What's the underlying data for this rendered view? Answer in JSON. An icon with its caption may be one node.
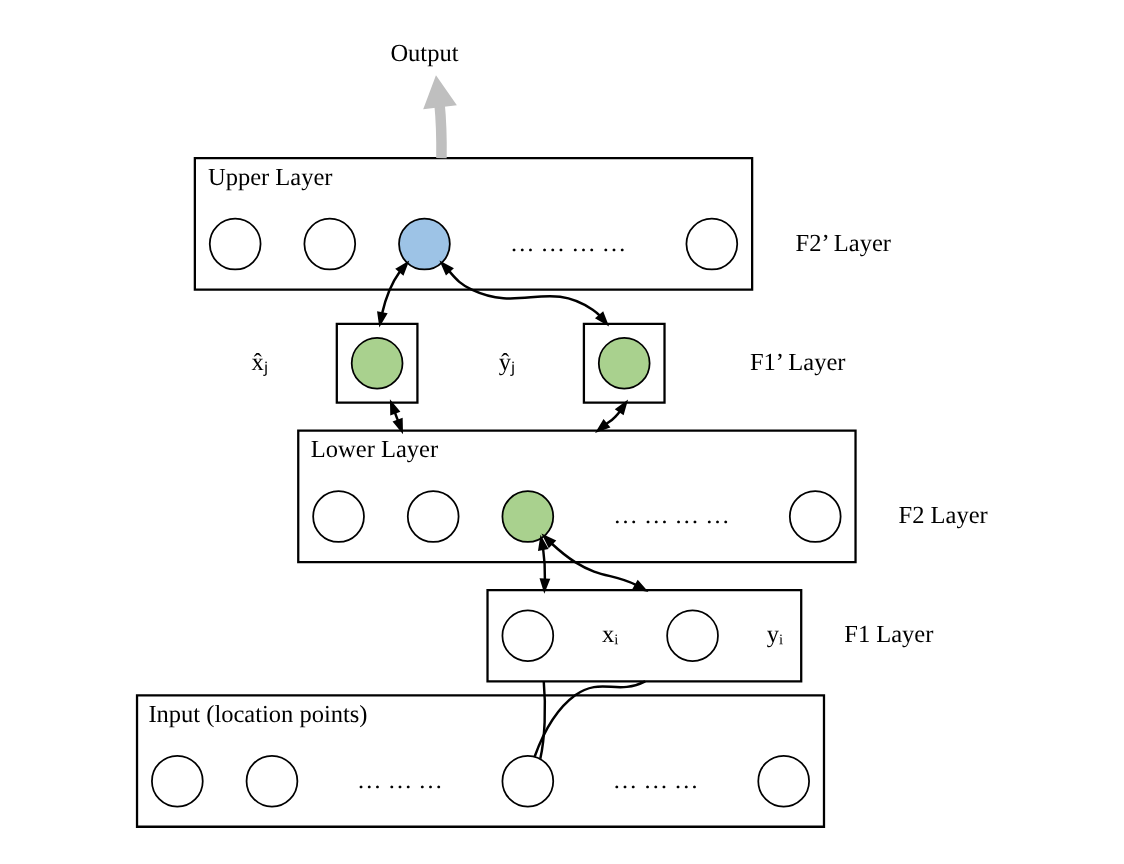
{
  "diagram": {
    "nodes": [
      {
        "text": [
          "Output"
        ]
      },
      {
        "text": [
          "Upper Layer"
        ],
        "beside": [
          "F2’ Layer"
        ]
      },
      {
        "text": [],
        "shape": "circle",
        "in": 1
      },
      {
        "text": [],
        "shape": "circle",
        "in": 1
      },
      {
        "text": [],
        "shape": "circle",
        "in": 1
      },
      {
        "text": [],
        "shape": "circle",
        "in": 1
      },
      {
        "text": [],
        "shape": "box",
        "beside": [
          "x̂ⱼ"
        ]
      },
      {
        "text": [],
        "shape": "circle",
        "in": 6
      },
      {
        "text": [],
        "shape": "box",
        "beside": [
          "ŷⱼ"
        ]
      },
      {
        "text": [],
        "shape": "circle",
        "in": 8
      },
      {
        "text": [
          "Lower Layer"
        ],
        "beside": [
          "F2 Layer"
        ]
      },
      {
        "text": [],
        "shape": "circle",
        "in": 10
      },
      {
        "text": [],
        "shape": "circle",
        "in": 10
      },
      {
        "text": [],
        "shape": "circle",
        "in": 10
      },
      {
        "text": [],
        "shape": "circle",
        "in": 10
      },
      {
        "text": [],
        "shape": "box",
        "beside": [
          "F1 Layer"
        ]
      },
      {
        "text": [],
        "shape": "circle",
        "in": 15,
        "beside": [
          "xᵢ"
        ]
      },
      {
        "text": [],
        "shape": "circle",
        "in": 15,
        "beside": [
          "yᵢ"
        ]
      },
      {
        "text": [
          "Input (location points)"
        ]
      },
      {
        "text": [],
        "shape": "circle",
        "in": 18
      },
      {
        "text": [],
        "shape": "circle",
        "in": 18
      },
      {
        "text": [],
        "shape": "circle",
        "in": 18
      },
      {
        "text": [],
        "shape": "circle",
        "in": 18
      }
    ],
    "edges": [
      {
        "from": 1,
        "to": 0,
        "arrow": "to",
        "style": "thick",
        "color": "#bfbfbf"
      },
      {
        "from": 6,
        "to": 4,
        "arrow": "both"
      },
      {
        "from": 8,
        "to": 4,
        "arrow": "both"
      },
      {
        "from": 10,
        "to": 6,
        "arrow": "both"
      },
      {
        "from": 10,
        "to": 8,
        "arrow": "both"
      },
      {
        "from": 15,
        "to": 13,
        "arrow": "both"
      },
      {
        "from": 15,
        "to": 13,
        "arrow": "both"
      },
      {
        "from": 21,
        "to": 15,
        "arrow": "none"
      },
      {
        "from": 21,
        "to": 15,
        "arrow": "none"
      }
    ],
    "labels": [
      "… … … …",
      "F1’ Layer",
      "… … … …",
      "… … …",
      "… … …"
    ]
  }
}
